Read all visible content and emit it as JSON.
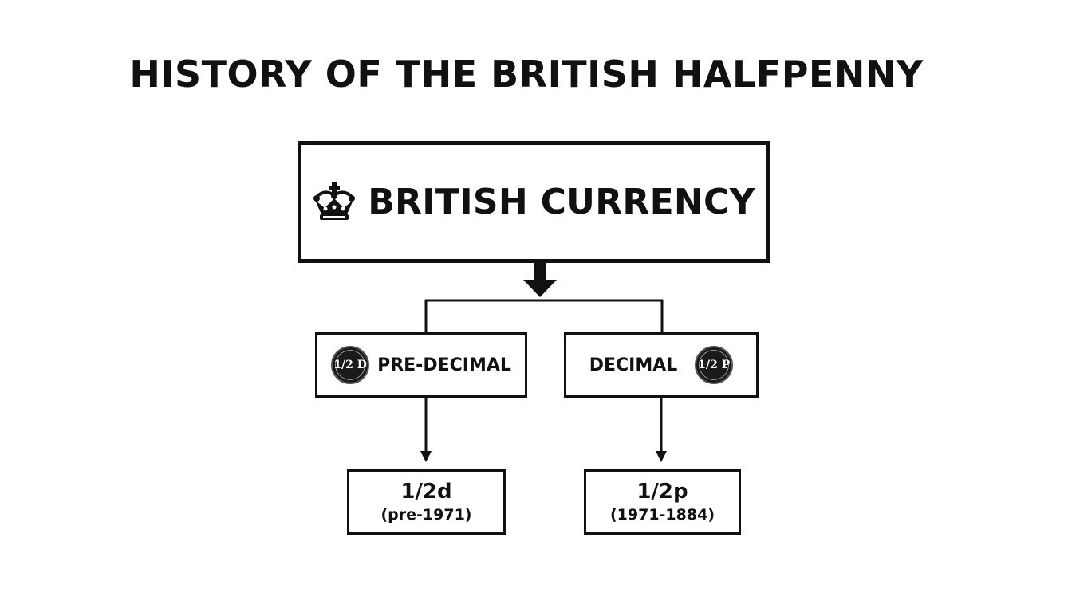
{
  "title": "HISTORY OF THE BRITISH HALFPENNY",
  "root": {
    "label": "BRITISH CURRENCY",
    "icon": "crown-icon"
  },
  "branches": [
    {
      "label": "PRE-DECIMAL",
      "coin_text": "1/2 D",
      "icon": "coin-icon",
      "leaf": {
        "value": "1/2d",
        "period": "(pre-1971)"
      }
    },
    {
      "label": "DECIMAL",
      "coin_text": "1/2 P",
      "icon": "coin-icon",
      "leaf": {
        "value": "1/2p",
        "period": "(1971-1884)"
      }
    }
  ],
  "colors": {
    "line": "#111111",
    "background": "#ffffff",
    "coin": "#1a1a1a"
  }
}
